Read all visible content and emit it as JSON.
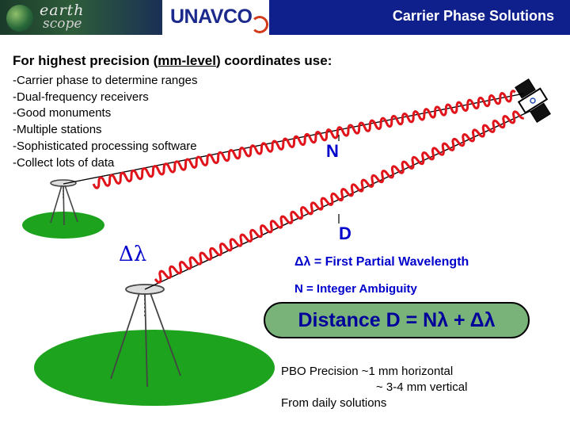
{
  "header": {
    "logo_left_line1": "earth",
    "logo_left_line2": "scope",
    "logo_right": "UNAVCO",
    "title": "Carrier Phase Solutions"
  },
  "heading": {
    "prefix": "For highest precision (",
    "underlined": "mm-level",
    "suffix": ") coordinates use:"
  },
  "bullets": [
    "-Carrier phase to determine ranges",
    "-Dual-frequency receivers",
    "-Good monuments",
    "-Multiple stations",
    "-Sophisticated processing software",
    "-Collect lots of data"
  ],
  "diagram": {
    "label_N": "N",
    "label_D": "D",
    "label_dlambda": "Δλ",
    "legend_dlambda": "Δλ = First Partial Wavelength",
    "legend_N": "N = Integer Ambiguity",
    "formula": "Distance D = Nλ + Δλ",
    "wave_color": "#e0141a",
    "ground_color": "#1ea31e",
    "formula_bg": "#79b37a",
    "label_color": "#0000cc",
    "header_color": "#0f1f8c"
  },
  "precision": {
    "line1": "PBO Precision ~1 mm horizontal",
    "line2": "~ 3-4 mm vertical",
    "line3": "From daily solutions"
  }
}
